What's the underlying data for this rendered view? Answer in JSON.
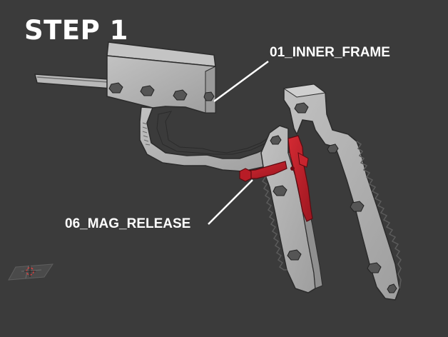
{
  "title": "STEP 1",
  "callouts": {
    "inner_frame": "01_INNER_FRAME",
    "mag_release": "06_MAG_RELEASE"
  },
  "colors": {
    "background": "#3b3b3b",
    "part_gray": "#b4b4b4",
    "part_highlight": "#c0202a",
    "outline": "#2a2a2a",
    "text": "#ffffff"
  },
  "icons": {
    "viewport_gizmo": "3d-cursor-grid-icon"
  }
}
